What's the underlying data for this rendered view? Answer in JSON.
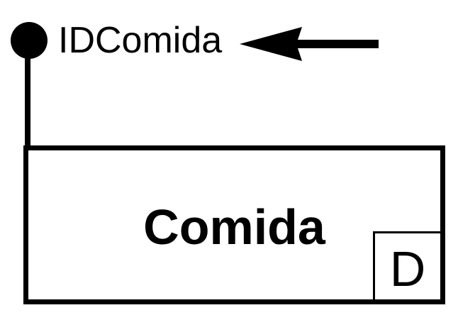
{
  "attribute": {
    "label": "IDComida"
  },
  "entity": {
    "name": "Comida",
    "type_tag": "D"
  },
  "colors": {
    "stroke": "#000000",
    "background": "#ffffff"
  }
}
